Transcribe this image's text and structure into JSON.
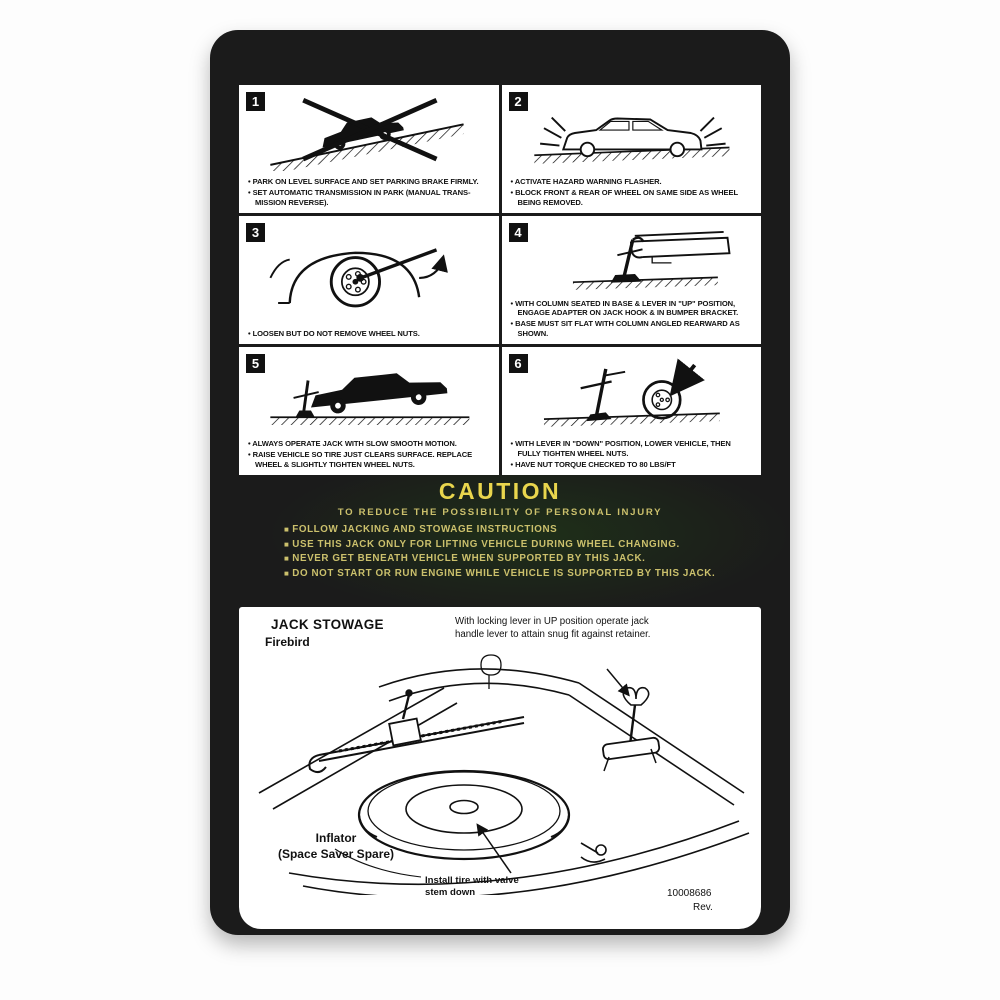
{
  "decal": {
    "panels": [
      {
        "number": "1",
        "bullets": [
          "PARK ON LEVEL SURFACE AND SET PARKING BRAKE FIRMLY.",
          "SET AUTOMATIC TRANSMISSION IN PARK (MANUAL TRANS- MISSION REVERSE)."
        ]
      },
      {
        "number": "2",
        "bullets": [
          "ACTIVATE HAZARD WARNING FLASHER.",
          "BLOCK FRONT & REAR OF WHEEL ON SAME SIDE AS WHEEL BEING REMOVED."
        ]
      },
      {
        "number": "3",
        "bullets": [
          "LOOSEN BUT DO NOT REMOVE WHEEL NUTS."
        ]
      },
      {
        "number": "4",
        "bullets": [
          "WITH COLUMN SEATED IN BASE & LEVER IN \"UP\" POSITION, ENGAGE ADAPTER ON JACK HOOK & IN BUMPER BRACKET.",
          "BASE MUST SIT FLAT WITH COLUMN ANGLED REARWARD AS SHOWN."
        ]
      },
      {
        "number": "5",
        "bullets": [
          "ALWAYS OPERATE JACK WITH SLOW SMOOTH MOTION.",
          "RAISE VEHICLE SO TIRE JUST CLEARS SURFACE. REPLACE WHEEL & SLIGHTLY TIGHTEN WHEEL NUTS."
        ]
      },
      {
        "number": "6",
        "bullets": [
          "WITH LEVER IN \"DOWN\" POSITION, LOWER VEHICLE, THEN FULLY TIGHTEN WHEEL NUTS.",
          "HAVE NUT TORQUE CHECKED TO 80 LBS/FT"
        ]
      }
    ],
    "caution": {
      "title": "CAUTION",
      "subtitle": "TO REDUCE THE POSSIBILITY OF PERSONAL INJURY",
      "items": [
        "FOLLOW JACKING AND STOWAGE INSTRUCTIONS",
        "USE THIS JACK ONLY FOR LIFTING VEHICLE DURING WHEEL CHANGING.",
        "NEVER GET BENEATH VEHICLE WHEN SUPPORTED BY THIS JACK.",
        "DO NOT START OR RUN ENGINE WHILE VEHICLE IS SUPPORTED BY THIS JACK."
      ]
    },
    "stowage": {
      "title": "JACK STOWAGE",
      "model": "Firebird",
      "note": "With locking lever in UP position operate jack handle lever to attain snug fit against retainer.",
      "inflator_label": "Inflator",
      "inflator_sub": "(Space Saver Spare)",
      "tire_note": "Install tire with valve stem down",
      "part_number": "10008686",
      "revision": "Rev."
    }
  },
  "colors": {
    "label_background": "#1b1b1b",
    "caution_title": "#e9d54d",
    "caution_text": "#cbc06c",
    "panel_background": "#ffffff",
    "ink": "#111111"
  }
}
